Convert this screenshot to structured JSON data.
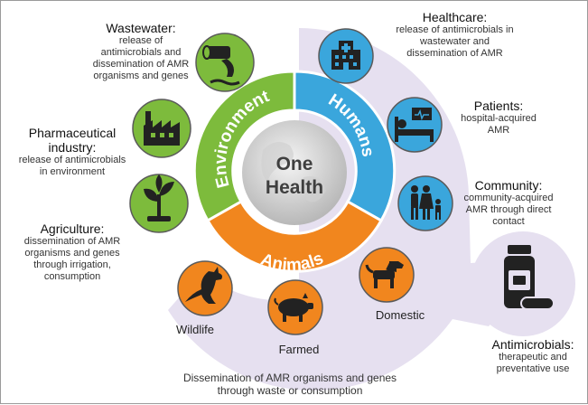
{
  "center": {
    "line1": "One",
    "line2": "Health"
  },
  "segments": {
    "environment": {
      "label": "Environment",
      "color": "#7dbb3c"
    },
    "humans": {
      "label": "Humans",
      "color": "#3aa6dc"
    },
    "animals": {
      "label": "Animals",
      "color": "#f1861e"
    }
  },
  "environment_items": [
    {
      "title": "Wastewater:",
      "desc": [
        "release of",
        "antimicrobials and",
        "dissemination of AMR",
        "organisms and genes"
      ],
      "icon": "pipe-icon"
    },
    {
      "title": "Pharmaceutical",
      "title2": "industry:",
      "desc": [
        "release of antimicrobials",
        "in environment"
      ],
      "icon": "factory-icon"
    },
    {
      "title": "Agriculture:",
      "desc": [
        "dissemination of AMR",
        "organisms and genes",
        "through irrigation,",
        "consumption"
      ],
      "icon": "plant-icon"
    }
  ],
  "human_items": [
    {
      "title": "Healthcare:",
      "desc": [
        "release of antimicrobials in",
        "wastewater and",
        "dissemination of AMR"
      ],
      "icon": "hospital-icon"
    },
    {
      "title": "Patients:",
      "desc": [
        "hospital-acquired",
        "AMR"
      ],
      "icon": "patient-bed-icon"
    },
    {
      "title": "Community:",
      "desc": [
        "community-acquired",
        "AMR through direct",
        "contact"
      ],
      "icon": "family-icon"
    }
  ],
  "animal_items": [
    {
      "label": "Wildlife",
      "icon": "kangaroo-icon"
    },
    {
      "label": "Farmed",
      "icon": "pig-icon"
    },
    {
      "label": "Domestic",
      "icon": "dog-icon"
    }
  ],
  "antimicrobials": {
    "title": "Antimicrobials:",
    "desc": [
      "therapeutic and",
      "preventative use"
    ],
    "icon": "pill-bottle-icon"
  },
  "bottom_note": [
    "Dissemination of AMR organisms and genes",
    "through waste or consumption"
  ],
  "colors": {
    "halo": "#e4def0",
    "outline": "#5a5a5a"
  }
}
